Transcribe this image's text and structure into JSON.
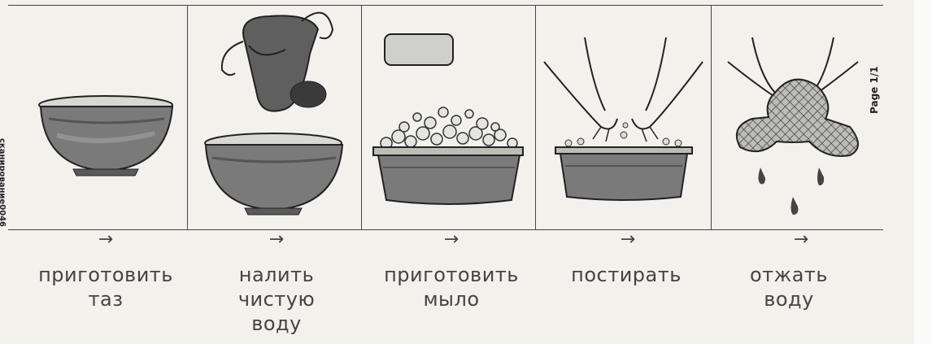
{
  "side_label": "сканирование0046",
  "page_label": "Page 1/1",
  "steps": [
    {
      "icon": "basin-icon",
      "arrow": "→",
      "lines": [
        "приготовить",
        "таз"
      ]
    },
    {
      "icon": "pour-water-icon",
      "arrow": "→",
      "lines": [
        "налить",
        "чистую",
        "воду"
      ]
    },
    {
      "icon": "soap-basin-icon",
      "arrow": "→",
      "lines": [
        "приготовить",
        "мыло"
      ]
    },
    {
      "icon": "washing-hands-icon",
      "arrow": "→",
      "lines": [
        "постирать",
        ""
      ]
    },
    {
      "icon": "wring-cloth-icon",
      "arrow": "→",
      "lines": [
        "отжать",
        "воду"
      ]
    }
  ]
}
